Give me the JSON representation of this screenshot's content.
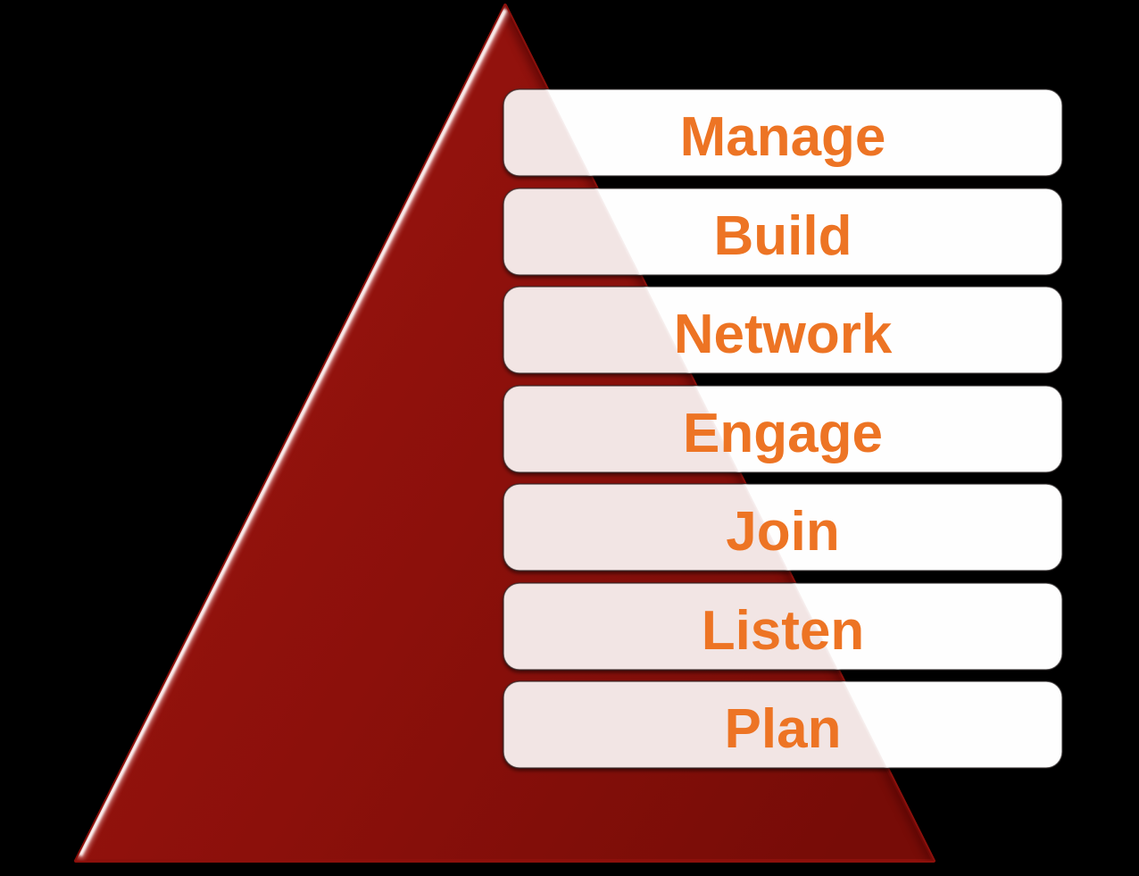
{
  "diagram": {
    "type": "pyramid-list",
    "colors": {
      "background": "#000000",
      "pyramid": "#8C100B",
      "pyramid_highlight": "#FFFFFF",
      "bar_fill": "#FEFEFE",
      "label_text": "#ED7424"
    },
    "bars": [
      {
        "label": "Manage"
      },
      {
        "label": "Build"
      },
      {
        "label": "Network"
      },
      {
        "label": "Engage"
      },
      {
        "label": "Join"
      },
      {
        "label": "Listen"
      },
      {
        "label": "Plan"
      }
    ]
  }
}
